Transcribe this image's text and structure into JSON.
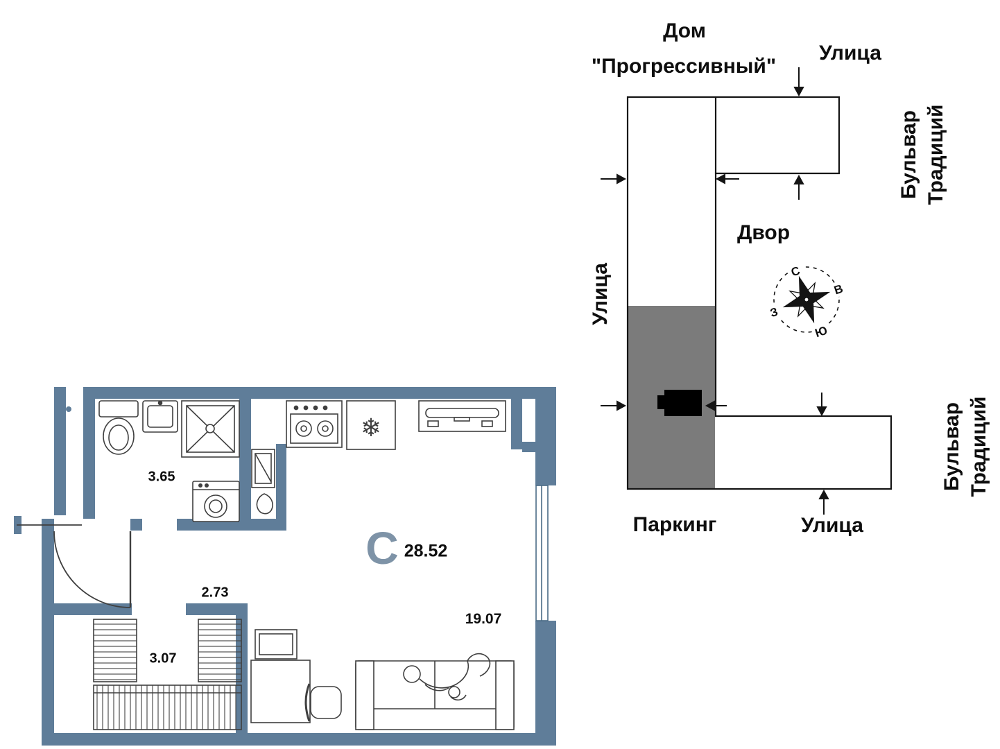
{
  "floorplan": {
    "unit_type_letter": "С",
    "total_area": "28.52",
    "areas": {
      "bathroom": "3.65",
      "hallway": "2.73",
      "wardrobe": "3.07",
      "living_kitchen": "19.07"
    }
  },
  "site_plan": {
    "house_name": {
      "line1": "Дом",
      "line2": "\"Прогрессивный\""
    },
    "street_top": "Улица",
    "street_left": "Улица",
    "street_bottom": "Улица",
    "boulevard_right_top": {
      "line1": "Бульвар",
      "line2": "Традиций"
    },
    "boulevard_right_bottom": {
      "line1": "Бульвар",
      "line2": "Традиций"
    },
    "yard": "Двор",
    "parking": "Паркинг",
    "compass": {
      "north": "С",
      "east": "В",
      "south": "Ю",
      "west": "З"
    }
  },
  "icons": {
    "fridge_snowflake": "❄"
  },
  "colors": {
    "wall": "#5f7d99",
    "unit_letter": "#7e93a7",
    "parking_fill": "#7b7b7b",
    "marker": "#000000"
  }
}
